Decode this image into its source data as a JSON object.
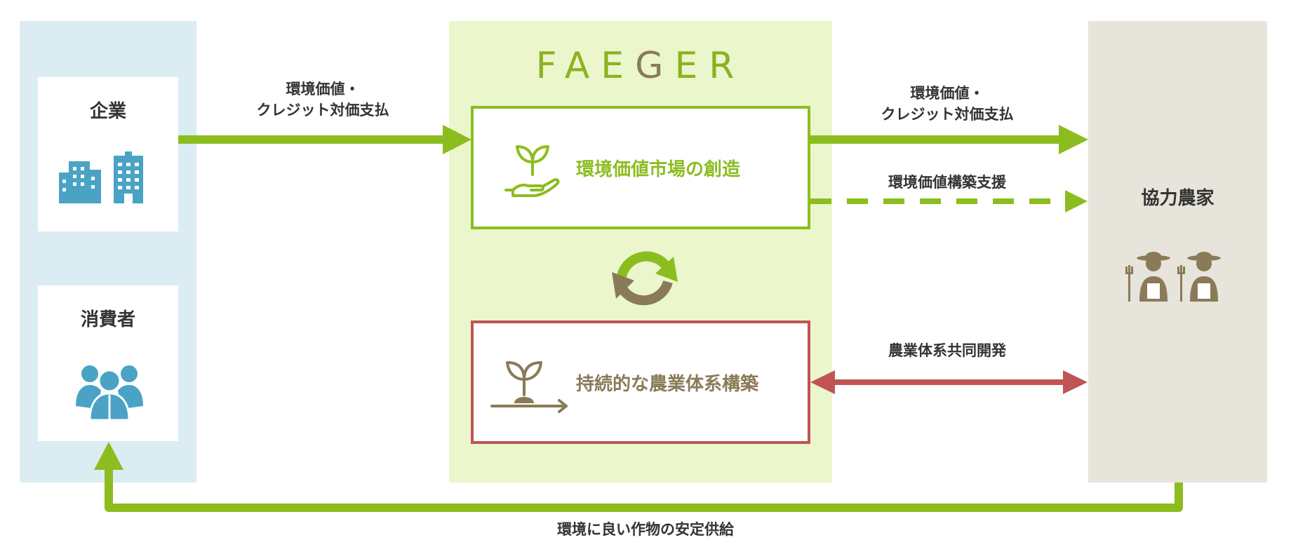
{
  "brand": {
    "name_pre": "FAE",
    "name_g": "G",
    "name_post": "ER"
  },
  "left": {
    "company_label": "企業",
    "consumer_label": "消費者",
    "company_icon": "buildings-icon",
    "consumer_icon": "people-group-icon"
  },
  "center": {
    "market_box_title": "環境価値市場の創造",
    "market_icon": "sprout-in-hand-icon",
    "sustainable_box_title": "持続的な農業体系構築",
    "sustainable_icon": "sprout-growth-icon",
    "cycle_icon": "cycle-arrows-icon"
  },
  "right": {
    "farmers_label": "協力農家",
    "farmers_icon": "farmers-icon"
  },
  "flows": {
    "company_to_faeger": [
      "環境価値・",
      "クレジット対価支払"
    ],
    "faeger_to_farmers": [
      "環境価値・",
      "クレジット対価支払"
    ],
    "support": "環境価値構築支援",
    "co_development": "農業体系共同開発",
    "supply": "環境に良い作物の安定供給"
  },
  "colors": {
    "green": "#8cbd1f",
    "red": "#c05454",
    "brown": "#8a7a57",
    "blue": "#4aa3c4"
  }
}
